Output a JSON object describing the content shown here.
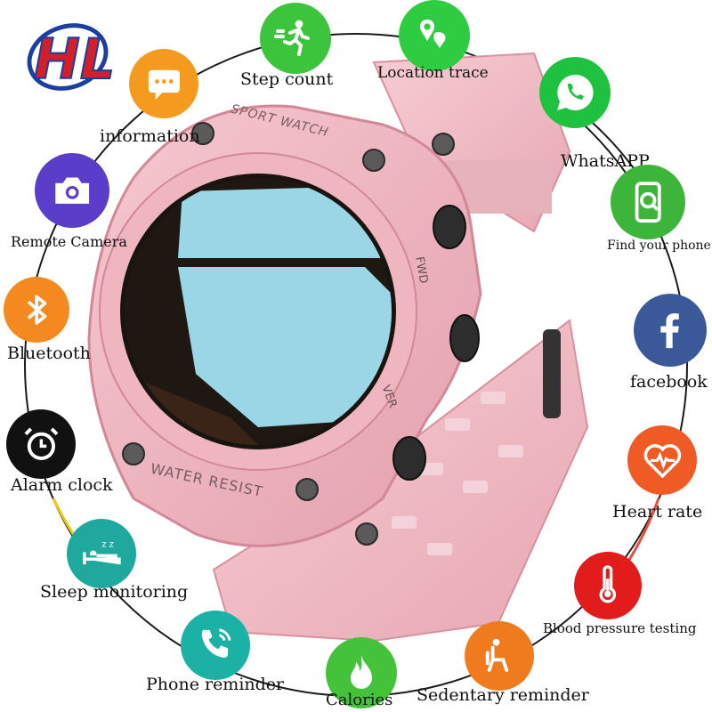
{
  "features": {
    "step_count": {
      "label": "Step count",
      "icon": "running-person-icon",
      "color": "#3cc43c"
    },
    "location": {
      "label": "Location trace",
      "icon": "location-pin-icon",
      "color": "#2ecc40"
    },
    "whatsapp": {
      "label": "WhatsAPP",
      "icon": "whatsapp-icon",
      "color": "#1fc23e"
    },
    "find_phone": {
      "label": "Find your phone",
      "icon": "find-phone-icon",
      "color": "#3db43a"
    },
    "facebook": {
      "label": "facebook",
      "icon": "facebook-icon",
      "color": "#3b5998"
    },
    "heart_rate": {
      "label": "Heart rate",
      "icon": "heart-rate-icon",
      "color": "#f05a24"
    },
    "blood_pressure": {
      "label": "Blood pressure testing",
      "icon": "thermometer-icon",
      "color": "#e21b1b"
    },
    "sedentary": {
      "label": "Sedentary reminder",
      "icon": "sitting-person-icon",
      "color": "#f07b1f"
    },
    "calories": {
      "label": "Calories",
      "icon": "flame-icon",
      "color": "#44c23a"
    },
    "phone_reminder": {
      "label": "Phone reminder",
      "icon": "phone-icon",
      "color": "#1bb2a5"
    },
    "sleep": {
      "label": "Sleep monitoring",
      "icon": "sleeping-bed-icon",
      "color": "#1fa99e"
    },
    "alarm": {
      "label": "Alarm clock",
      "icon": "alarm-clock-icon",
      "color": "#111111"
    },
    "bluetooth": {
      "label": "Bluetooth",
      "icon": "bluetooth-icon",
      "color": "#f48a1f"
    },
    "camera": {
      "label": "Remote Camera",
      "icon": "camera-icon",
      "color": "#5a3dc8"
    },
    "information": {
      "label": "information",
      "icon": "message-icon",
      "color": "#f49a1f"
    }
  },
  "watch": {
    "bezel_top_text": "SPORT WATCH",
    "bezel_bottom_text": "WATER RESIST",
    "button_fwd": "FWD",
    "button_ver": "VER",
    "strap_color": "#f2bcc4",
    "screen_color": "#9ad6e6"
  },
  "brand": {
    "logo": "HL"
  }
}
